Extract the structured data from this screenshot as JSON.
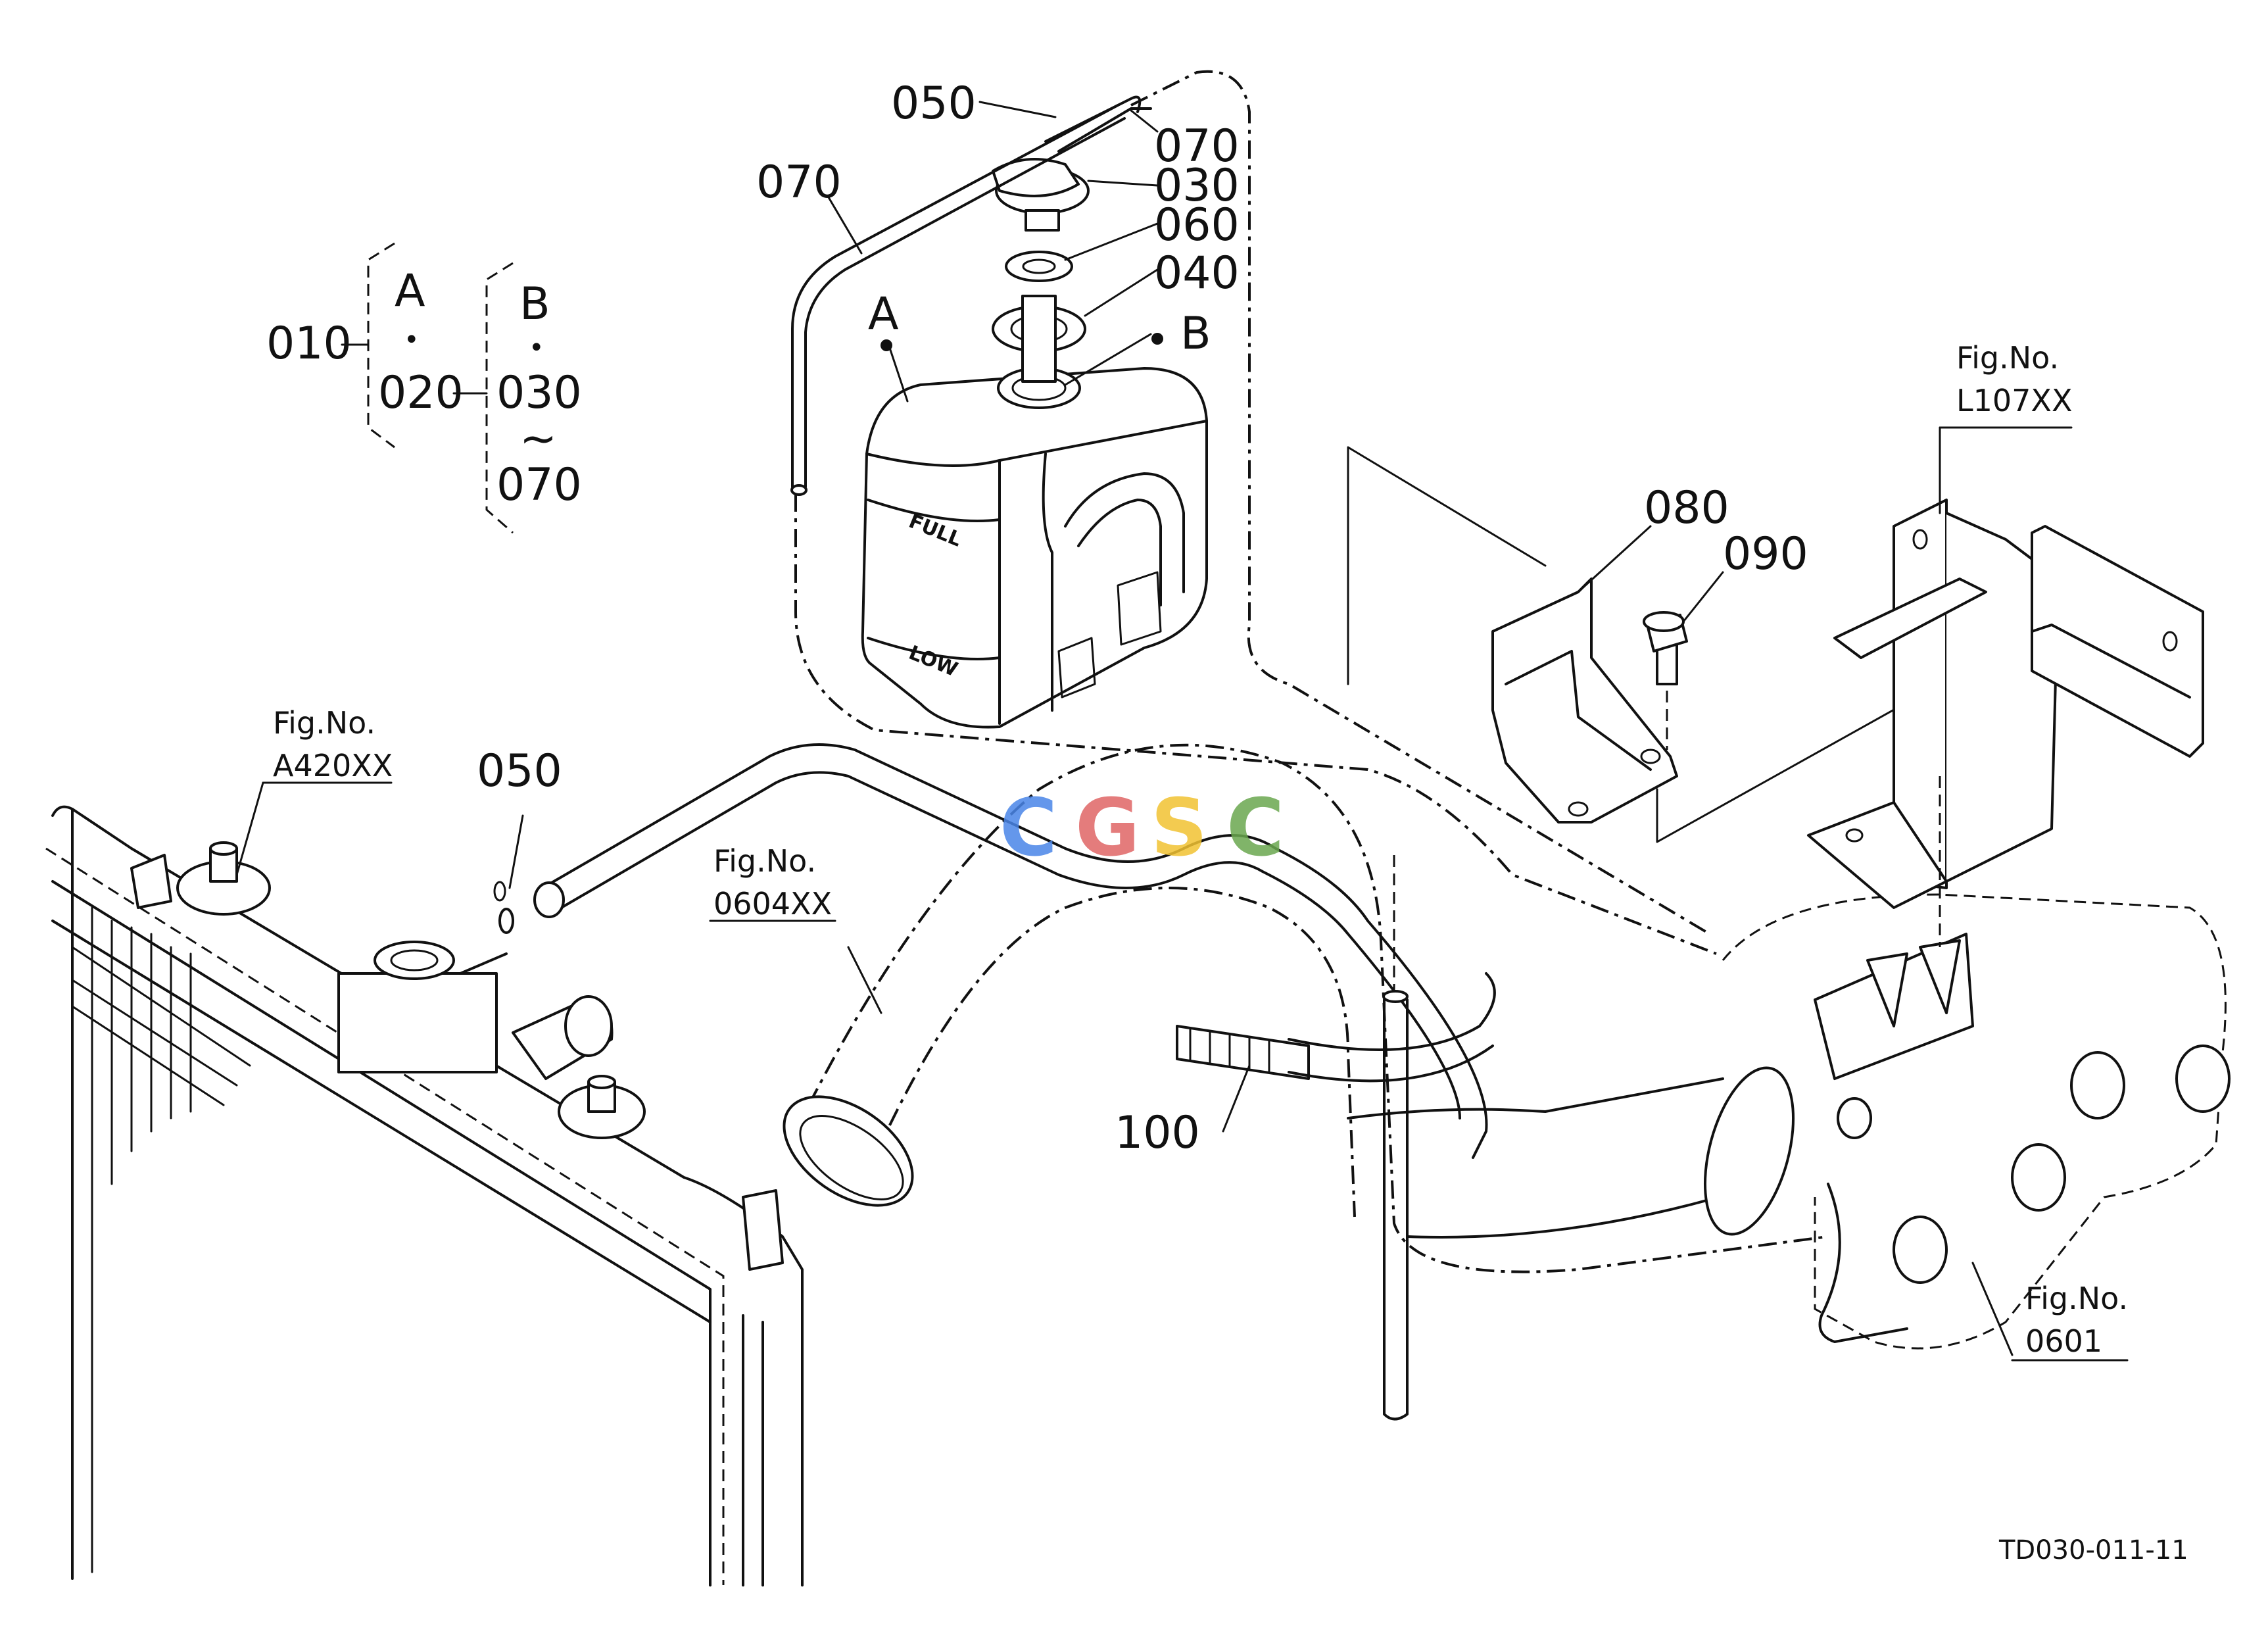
{
  "callouts": {
    "c050_top": "050",
    "c070_right": "070",
    "c030": "030",
    "c060": "060",
    "c040": "040",
    "c070_left": "070",
    "mark_a": "A",
    "mark_b": "B",
    "c080": "080",
    "c090": "090",
    "c050_mid": "050",
    "c100": "100"
  },
  "legend": {
    "c010": "010",
    "c020": "020",
    "c030": "030",
    "tilde": "~",
    "c070": "070",
    "mark_a": "A",
    "mark_b": "B",
    "dot": "•"
  },
  "fig_refs": [
    {
      "label": "Fig.No.",
      "code": "L107XX"
    },
    {
      "label": "Fig.No.",
      "code": "A420XX"
    },
    {
      "label": "Fig.No.",
      "code": "0604XX"
    },
    {
      "label": "Fig.No.",
      "code": "0601"
    }
  ],
  "tank_marks": {
    "full": "FULL",
    "low": "LOW"
  },
  "watermark": {
    "letters": [
      "C",
      "G",
      "S",
      "C"
    ],
    "colors": [
      "#4a86e8",
      "#e06666",
      "#f1c232",
      "#6aa84f"
    ]
  },
  "drawing_id": "TD030-011-11"
}
